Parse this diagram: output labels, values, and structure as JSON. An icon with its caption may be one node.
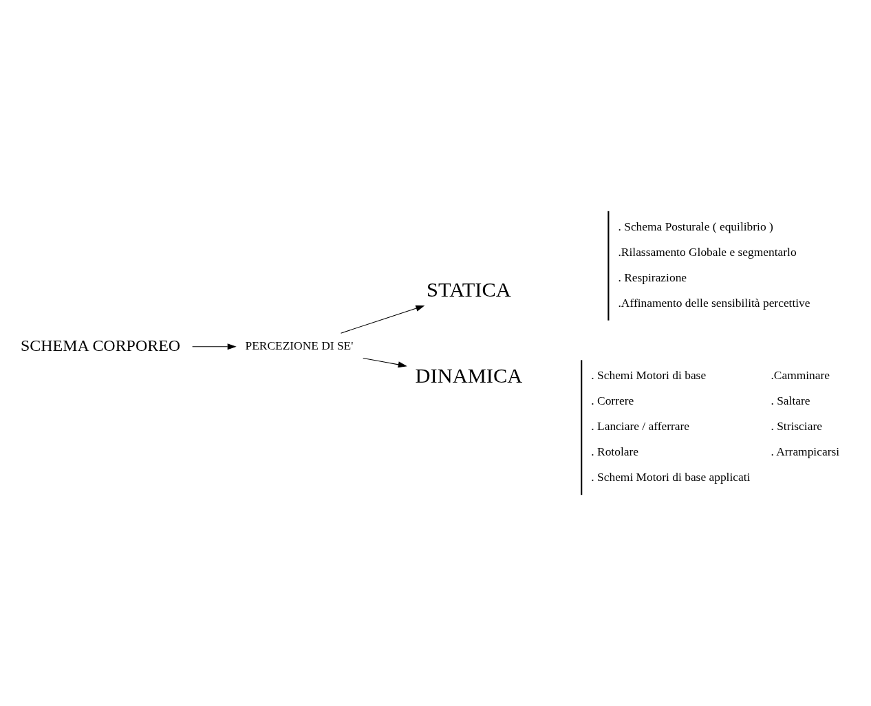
{
  "diagram": {
    "nodes": [
      {
        "text": [
          "SCHEMA CORPOREO"
        ]
      },
      {
        "text": [
          "PERCEZIONE DI SE'"
        ]
      },
      {
        "text": [
          "STATICA"
        ]
      },
      {
        "text": [
          "DINAMICA"
        ]
      }
    ],
    "edges": [
      {
        "from": 0,
        "to": 1,
        "arrow": "to"
      },
      {
        "from": 1,
        "to": 2,
        "arrow": "to"
      },
      {
        "from": 1,
        "to": 3,
        "arrow": "to"
      }
    ],
    "labels": [
      ". Schema Posturale ( equilibrio )",
      ".Rilassamento Globale e segmentarlo",
      ". Respirazione",
      ".Affinamento delle sensibilità percettive",
      ". Schemi Motori di base",
      ".Camminare",
      ". Correre",
      ". Saltare",
      ". Lanciare / afferrare",
      ". Strisciare",
      ". Rotolare",
      ". Arrampicarsi",
      ". Schemi Motori di base applicati"
    ]
  }
}
